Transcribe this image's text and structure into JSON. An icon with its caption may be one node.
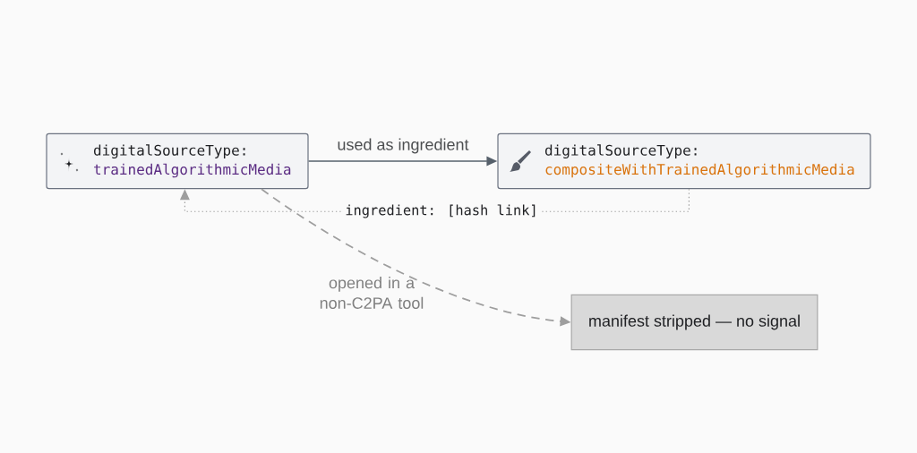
{
  "diagram": {
    "nodes": [
      {
        "text": [
          "digitalSourceType:",
          "trainedAlgorithmicMedia"
        ]
      },
      {
        "text": [
          "digitalSourceType:",
          "compositeWithTrainedAlgorithmicMedia"
        ]
      },
      {
        "text": [
          "manifest stripped — no signal"
        ]
      }
    ],
    "edges": [
      {
        "from": 0,
        "to": 1,
        "arrow": "to",
        "label": "used as ingredient",
        "color": "#56606b"
      },
      {
        "from": 1,
        "to": 0,
        "arrow": "to",
        "label": "ingredient: [hash link]",
        "style": "dashed"
      },
      {
        "from": 0,
        "to": 2,
        "arrow": "to",
        "label": "opened in a non-C2PA tool",
        "style": "dashed"
      }
    ]
  }
}
